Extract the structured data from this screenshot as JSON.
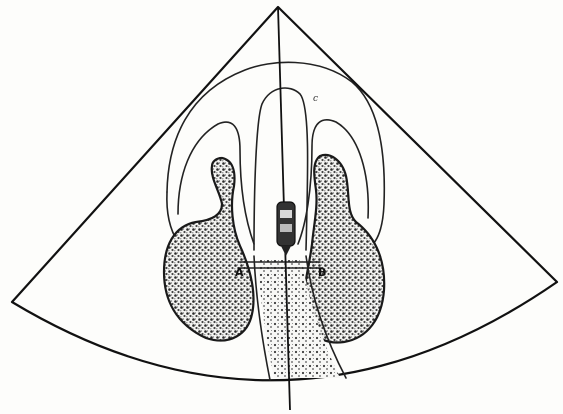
{
  "figure": {
    "labels": {
      "a": "A",
      "b": "B",
      "c": "c"
    }
  }
}
